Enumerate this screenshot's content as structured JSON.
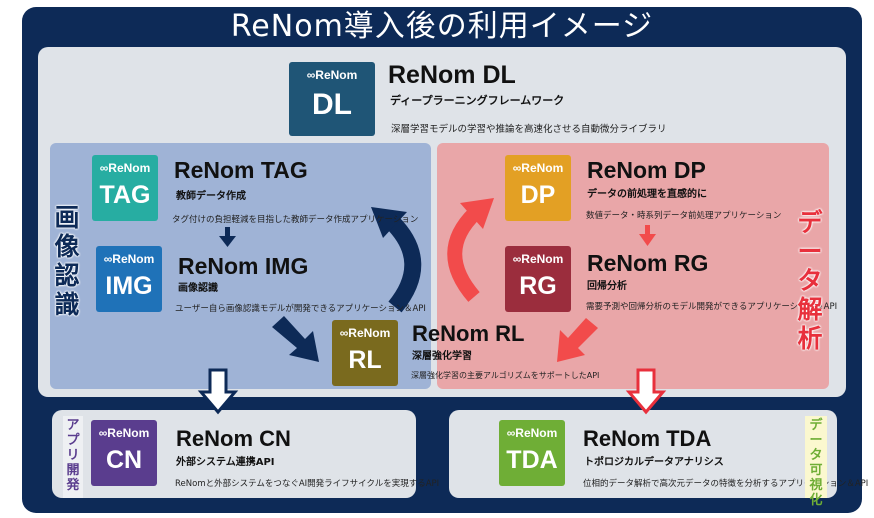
{
  "title": "ReNom導入後の利用イメージ",
  "brand": "∞ReNom",
  "products": {
    "dl": {
      "abbr": "DL",
      "name": "ReNom DL",
      "subtitle": "ディープラーニングフレームワーク",
      "description": "深層学習モデルの学習や推論を高速化させる自動微分ライブラリ",
      "color": "#1f5576"
    },
    "tag": {
      "abbr": "TAG",
      "name": "ReNom TAG",
      "subtitle": "教師データ作成",
      "description": "タグ付けの負担軽減を目指した教師データ作成アプリケーション",
      "color": "#27ada2"
    },
    "img": {
      "abbr": "IMG",
      "name": "ReNom IMG",
      "subtitle": "画像認識",
      "description": "ユーザー自ら画像認識モデルが開発できるアプリケーション＆API",
      "color": "#1f72b8"
    },
    "rl": {
      "abbr": "RL",
      "name": "ReNom RL",
      "subtitle": "深層強化学習",
      "description": "深層強化学習の主要アルゴリズムをサポートしたAPI",
      "color": "#7a6a1e"
    },
    "dp": {
      "abbr": "DP",
      "name": "ReNom DP",
      "subtitle": "データの前処理を直感的に",
      "description": "数値データ・時系列データ前処理アプリケーション",
      "color": "#e3a024"
    },
    "rg": {
      "abbr": "RG",
      "name": "ReNom RG",
      "subtitle": "回帰分析",
      "description": "需要予測や回帰分析のモデル開発ができるアプリケーション＆API",
      "color": "#9b2d3d"
    },
    "cn": {
      "abbr": "CN",
      "name": "ReNom CN",
      "subtitle": "外部システム連携API",
      "description": "ReNomと外部システムをつなぐAI開発ライフサイクルを実現するAPI",
      "color": "#5a3d8e"
    },
    "tda": {
      "abbr": "TDA",
      "name": "ReNom TDA",
      "subtitle": "トポロジカルデータアナリシス",
      "description": "位相的データ解析で高次元データの特徴を分析するアプリケーション＆API",
      "color": "#6fae36"
    }
  },
  "categories": {
    "image_recognition": "画像認識",
    "data_analysis": "データ解析",
    "app_development": "アプリ開発",
    "data_visualization": "データ可視化"
  },
  "colors": {
    "frame": "#0d2a57",
    "left_region": "#9fb3d6",
    "right_region": "#e9a6a8",
    "arrow_dark": "#0d2a57",
    "arrow_red": "#f24b4b"
  }
}
